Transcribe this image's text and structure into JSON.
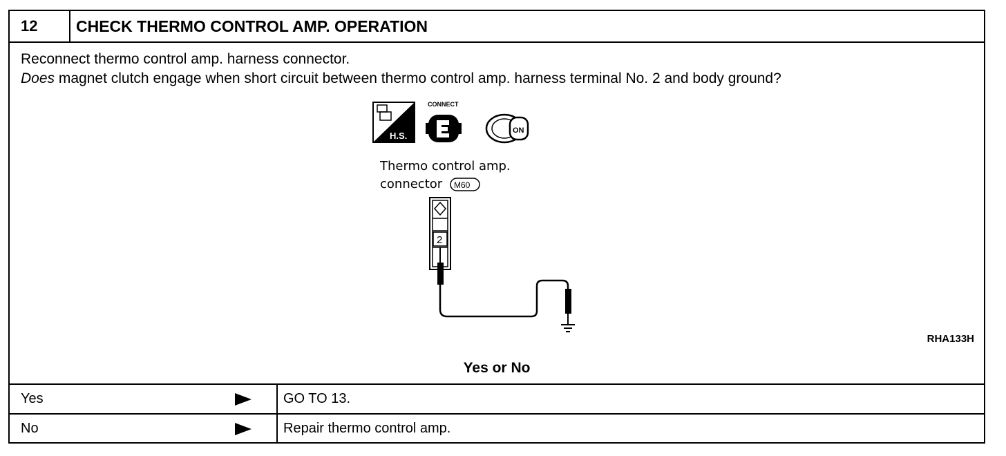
{
  "header": {
    "step_number": "12",
    "title": "CHECK THERMO CONTROL AMP. OPERATION"
  },
  "instructions": {
    "line1": "Reconnect thermo control amp. harness connector.",
    "line2_italic": "Does",
    "line2_rest": " magnet clutch engage when short circuit between thermo control amp. harness terminal No. 2 and body ground?"
  },
  "diagram": {
    "connect_label": "CONNECT",
    "hs_label": "H.S.",
    "key_label": "ON",
    "connector_label_line1": "Thermo control amp.",
    "connector_label_line2": "connector",
    "connector_id": "M60",
    "terminal_number": "2",
    "figure_code": "RHA133H"
  },
  "question": "Yes or No",
  "answers": [
    {
      "answer": "Yes",
      "action": "GO TO 13."
    },
    {
      "answer": "No",
      "action": "Repair thermo control amp."
    }
  ]
}
